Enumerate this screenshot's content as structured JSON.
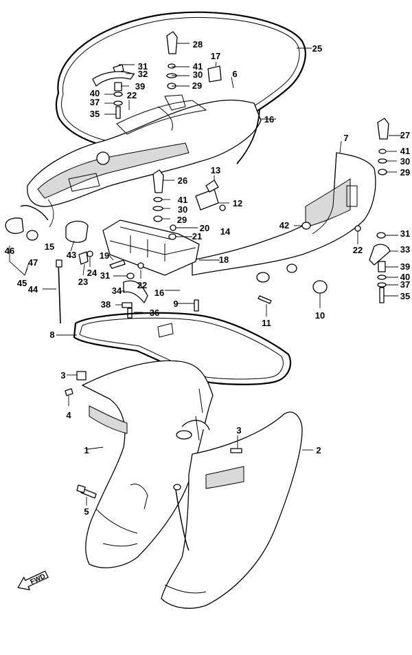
{
  "diagram": {
    "callouts": [
      "1",
      "2",
      "3",
      "3",
      "4",
      "5",
      "6",
      "7",
      "8",
      "9",
      "10",
      "11",
      "12",
      "13",
      "14",
      "15",
      "16",
      "16",
      "17",
      "18",
      "19",
      "20",
      "21",
      "22",
      "22",
      "22",
      "23",
      "24",
      "25",
      "26",
      "27",
      "28",
      "29",
      "29",
      "29",
      "30",
      "30",
      "30",
      "31",
      "31",
      "31",
      "32",
      "33",
      "34",
      "35",
      "35",
      "36",
      "37",
      "37",
      "38",
      "39",
      "39",
      "40",
      "40",
      "41",
      "41",
      "41",
      "42",
      "43",
      "44",
      "45",
      "46",
      "47"
    ],
    "direction_label": "FWD",
    "direction_icon": "arrow-forward-icon"
  }
}
